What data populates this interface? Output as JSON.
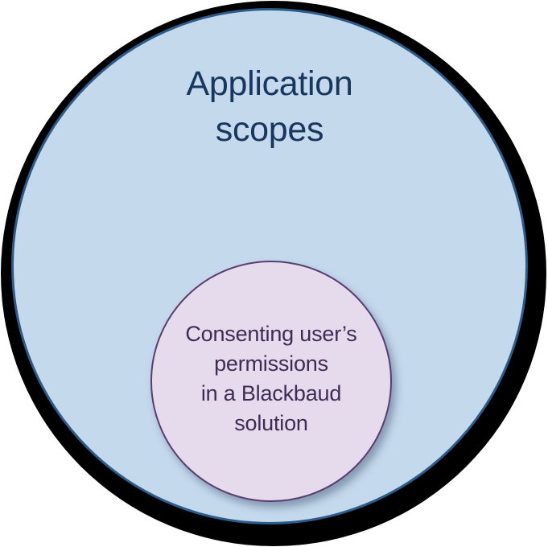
{
  "page": {
    "background": "#FFFFFF"
  },
  "diagram": {
    "type": "nested-circles-venn",
    "outer_circle": {
      "label_lines": [
        "Application",
        "scopes"
      ],
      "fill": "#C5D9ED",
      "stroke": "#2B5C8A",
      "shadow_color": "#000000",
      "text_color": "#17375E"
    },
    "inner_circle": {
      "label_lines": [
        "Consenting user’s",
        "permissions",
        "in a Blackbaud",
        "solution"
      ],
      "fill": "#E5DBEC",
      "stroke": "#5B3D70",
      "text_color": "#3F2B55"
    }
  }
}
